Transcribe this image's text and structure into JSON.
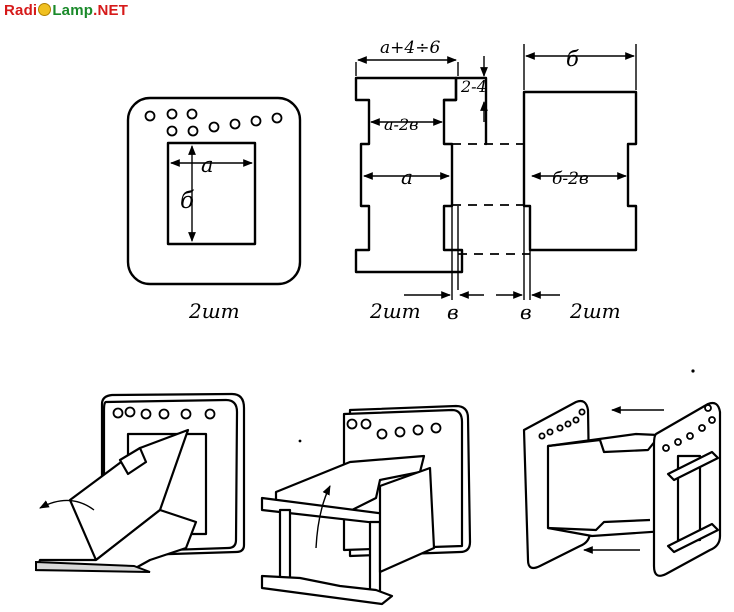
{
  "watermark": {
    "part1": "Radi",
    "part2": "Lamp",
    "part3": ".NET"
  },
  "labels": {
    "cheek_a": "а",
    "cheek_b": "б",
    "cheek_qty": "2шт",
    "dim_top": "а+4÷6",
    "dim_notch": "2-4",
    "dim_a_2v": "а-2в",
    "dim_a": "а",
    "left_qty": "2шт",
    "thick_left": "в",
    "thick_right": "в",
    "dim_b": "б",
    "dim_b_2v": "б-2в",
    "right_qty": "2шт"
  }
}
